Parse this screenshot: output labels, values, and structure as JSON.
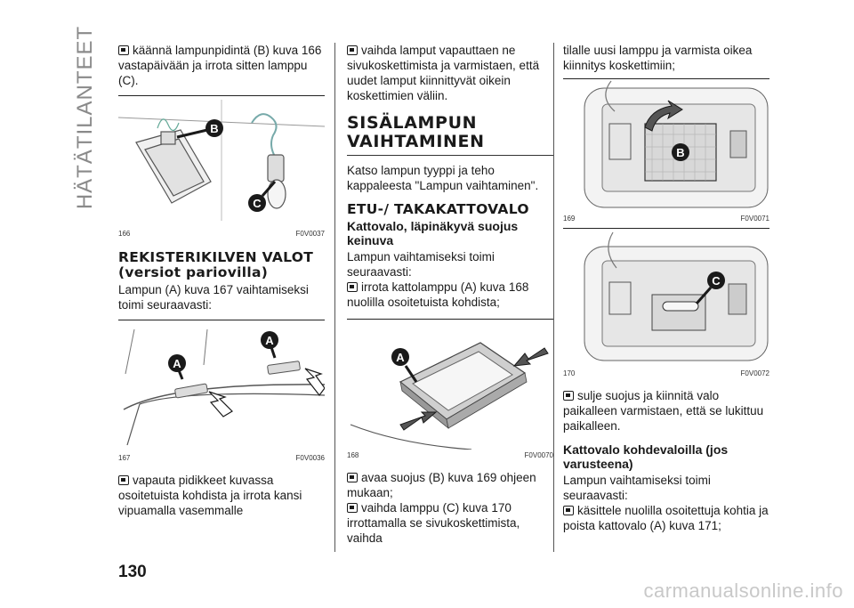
{
  "side_tab": "HÄTÄTILANTEET",
  "page_number": "130",
  "watermark": "carmanualsonline.info",
  "col1": {
    "p1": "käännä lampunpidintä (B) kuva 166 vastapäivään ja irrota sitten lamppu (C).",
    "fig166": {
      "num": "166",
      "code": "F0V0037",
      "labels": [
        "B",
        "C"
      ]
    },
    "h_reg": "REKISTERIKILVEN VALOT (versiot pariovilla)",
    "p2": "Lampun (A) kuva 167 vaihtamiseksi toimi seuraavasti:",
    "fig167": {
      "num": "167",
      "code": "F0V0036",
      "labels": [
        "A",
        "A"
      ]
    },
    "p3": "vapauta pidikkeet kuvassa osoitetuista kohdista ja irrota kansi vipuamalla vasemmalle"
  },
  "col2": {
    "p1": "vaihda lamput vapauttaen ne sivukoskettimista ja varmistaen, että uudet lamput kiinnittyvät oikein koskettimien väliin.",
    "h_main": "SISÄLAMPUN VAIHTAMINEN",
    "p2": "Katso lampun tyyppi ja teho kappaleesta \"Lampun vaihtaminen\".",
    "h_sub": "ETU-/ TAKAKATTOVALO",
    "h3": "Kattovalo, läpinäkyvä suojus keinuva",
    "p3": "Lampun vaihtamiseksi toimi seuraavasti:",
    "p4": "irrota kattolamppu (A) kuva 168 nuolilla osoitetuista kohdista;",
    "fig168": {
      "num": "168",
      "code": "F0V0070",
      "labels": [
        "A"
      ]
    },
    "p5": "avaa suojus (B) kuva 169 ohjeen mukaan;",
    "p6": "vaihda lamppu (C) kuva 170 irrottamalla se sivukoskettimista, vaihda"
  },
  "col3": {
    "p1": "tilalle uusi lamppu ja varmista oikea kiinnitys koskettimiin;",
    "fig169": {
      "num": "169",
      "code": "F0V0071",
      "labels": [
        "B"
      ]
    },
    "fig170": {
      "num": "170",
      "code": "F0V0072",
      "labels": [
        "C"
      ]
    },
    "p2": "sulje suojus ja kiinnitä valo paikalleen varmistaen, että se lukittuu paikalleen.",
    "h3": "Kattovalo kohdevaloilla (jos varusteena)",
    "p3": "Lampun vaihtamiseksi toimi seuraavasti:",
    "p4": "käsittele nuolilla osoitettuja kohtia ja poista kattovalo (A) kuva 171;"
  },
  "colors": {
    "text": "#1a1a1a",
    "rule": "#333333",
    "callout": "#1a1a1a",
    "sidetab": "#8a8a8a"
  }
}
